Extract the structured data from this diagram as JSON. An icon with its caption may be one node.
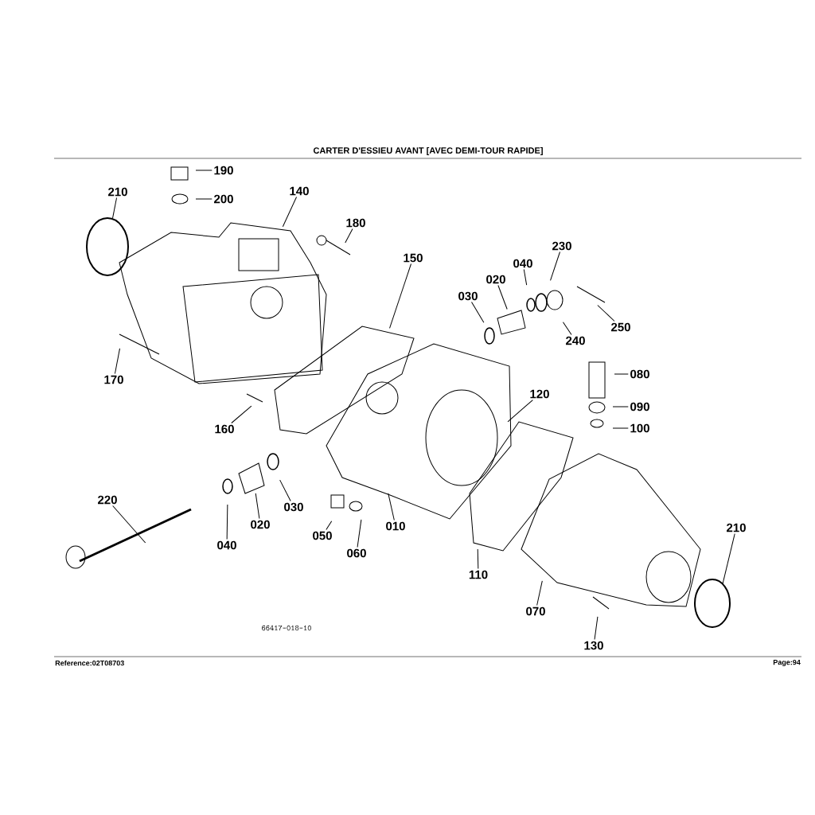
{
  "diagram": {
    "title": "CARTER D'ESSIEU AVANT   [AVEC DEMI-TOUR RAPIDE]",
    "nodes": [
      {
        "text": [
          "190"
        ]
      },
      {
        "text": [
          "200"
        ]
      },
      {
        "text": [
          "210"
        ]
      },
      {
        "text": [
          "140"
        ]
      },
      {
        "text": [
          "180"
        ]
      },
      {
        "text": [
          "150"
        ]
      },
      {
        "text": [
          "040"
        ]
      },
      {
        "text": [
          "230"
        ]
      },
      {
        "text": [
          "020"
        ]
      },
      {
        "text": [
          "030"
        ]
      },
      {
        "text": [
          "250"
        ]
      },
      {
        "text": [
          "240"
        ]
      },
      {
        "text": [
          "080"
        ]
      },
      {
        "text": [
          "090"
        ]
      },
      {
        "text": [
          "100"
        ]
      },
      {
        "text": [
          "170"
        ]
      },
      {
        "text": [
          "120"
        ]
      },
      {
        "text": [
          "160"
        ]
      },
      {
        "text": [
          "220"
        ]
      },
      {
        "text": [
          "030"
        ]
      },
      {
        "text": [
          "020"
        ]
      },
      {
        "text": [
          "040"
        ]
      },
      {
        "text": [
          "050"
        ]
      },
      {
        "text": [
          "060"
        ]
      },
      {
        "text": [
          "010"
        ]
      },
      {
        "text": [
          "210"
        ]
      },
      {
        "text": [
          "110"
        ]
      },
      {
        "text": [
          "070"
        ]
      },
      {
        "text": [
          "130"
        ]
      }
    ],
    "edges": [
      {
        "from": 0,
        "to": null,
        "arrow": "none"
      },
      {
        "from": 1,
        "to": null,
        "arrow": "none"
      },
      {
        "from": 2,
        "to": null,
        "arrow": "none"
      },
      {
        "from": 3,
        "to": null,
        "arrow": "none"
      },
      {
        "from": 4,
        "to": null,
        "arrow": "none"
      },
      {
        "from": 5,
        "to": null,
        "arrow": "none"
      },
      {
        "from": 6,
        "to": null,
        "arrow": "none"
      },
      {
        "from": 7,
        "to": null,
        "arrow": "none"
      },
      {
        "from": 8,
        "to": null,
        "arrow": "none"
      },
      {
        "from": 9,
        "to": null,
        "arrow": "none"
      },
      {
        "from": 10,
        "to": null,
        "arrow": "none"
      },
      {
        "from": 11,
        "to": null,
        "arrow": "none"
      },
      {
        "from": 12,
        "to": null,
        "arrow": "none"
      },
      {
        "from": 13,
        "to": null,
        "arrow": "none"
      },
      {
        "from": 14,
        "to": null,
        "arrow": "none"
      },
      {
        "from": 15,
        "to": null,
        "arrow": "none"
      },
      {
        "from": 16,
        "to": null,
        "arrow": "none"
      },
      {
        "from": 17,
        "to": null,
        "arrow": "none"
      },
      {
        "from": 18,
        "to": null,
        "arrow": "none"
      },
      {
        "from": 19,
        "to": null,
        "arrow": "none"
      },
      {
        "from": 20,
        "to": null,
        "arrow": "none"
      },
      {
        "from": 21,
        "to": null,
        "arrow": "none"
      },
      {
        "from": 22,
        "to": null,
        "arrow": "none"
      },
      {
        "from": 23,
        "to": null,
        "arrow": "none"
      },
      {
        "from": 24,
        "to": null,
        "arrow": "none"
      },
      {
        "from": 25,
        "to": null,
        "arrow": "none"
      },
      {
        "from": 26,
        "to": null,
        "arrow": "none"
      },
      {
        "from": 27,
        "to": null,
        "arrow": "none"
      },
      {
        "from": 28,
        "to": null,
        "arrow": "none"
      }
    ],
    "labels": [
      "66417-018-10",
      "Reference:02T08703",
      "Page:94"
    ]
  }
}
